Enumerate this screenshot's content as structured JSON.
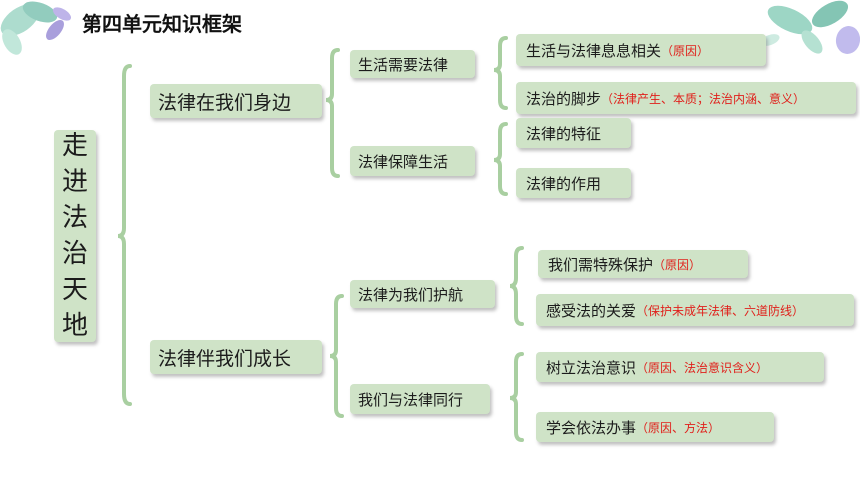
{
  "title": "第四单元知识框架",
  "root": [
    "走",
    "进",
    "法",
    "治",
    "天",
    "地"
  ],
  "level1": [
    {
      "label": "法律在我们身边"
    },
    {
      "label": "法律伴我们成长"
    }
  ],
  "level2": [
    {
      "label": "生活需要法律"
    },
    {
      "label": "法律保障生活"
    },
    {
      "label": "法律为我们护航"
    },
    {
      "label": "我们与法律同行"
    }
  ],
  "level3": [
    {
      "label": "生活与法律息息相关",
      "note": "（原因）"
    },
    {
      "label": "法治的脚步",
      "note": "（法律产生、本质；法治内涵、意义）"
    },
    {
      "label": "法律的特征",
      "note": ""
    },
    {
      "label": "法律的作用",
      "note": ""
    },
    {
      "label": "我们需特殊保护",
      "note": "（原因）"
    },
    {
      "label": "感受法的关爱",
      "note": "（保护未成年法律、六道防线）"
    },
    {
      "label": "树立法治意识",
      "note": "（原因、法治意识含义）"
    },
    {
      "label": "学会依法办事",
      "note": "（原因、方法）"
    }
  ],
  "colors": {
    "box": "#cfe3c7",
    "brace": "#a9cfa1",
    "note": "#e0201b"
  }
}
